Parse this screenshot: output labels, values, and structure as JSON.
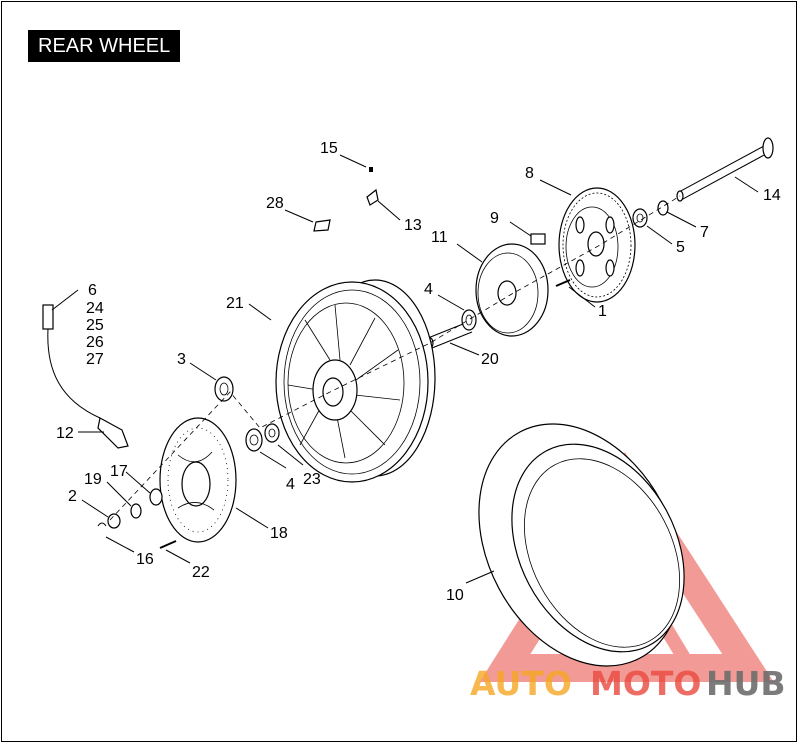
{
  "title": "REAR WHEEL",
  "callouts": {
    "c1": "1",
    "c2": "2",
    "c3": "3",
    "c4a": "4",
    "c4b": "4",
    "c5": "5",
    "c6": "6",
    "c7": "7",
    "c8": "8",
    "c9": "9",
    "c10": "10",
    "c11": "11",
    "c12": "12",
    "c13": "13",
    "c14": "14",
    "c15": "15",
    "c16": "16",
    "c17": "17",
    "c18": "18",
    "c19": "19",
    "c20": "20",
    "c21": "21",
    "c22": "22",
    "c23": "23",
    "c24": "24",
    "c25": "25",
    "c26": "26",
    "c27": "27",
    "c28": "28"
  },
  "watermark": {
    "auto": "AUTO",
    "moto": "MOTO",
    "hub": "HUB"
  },
  "colors": {
    "watermark_red": "#e8493f",
    "watermark_orange": "#f5a623",
    "watermark_gray": "#6d6d6d"
  }
}
